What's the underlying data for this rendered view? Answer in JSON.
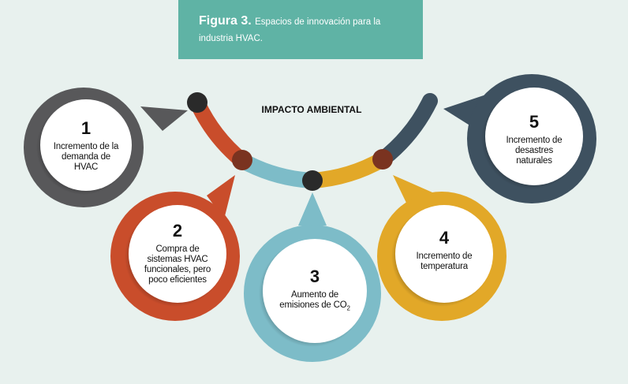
{
  "caption": {
    "figure_label": "Figura 3.",
    "text": "Espacios de innovación para la industria HVAC."
  },
  "center_label": "IMPACTO AMBIENTAL",
  "items": [
    {
      "number": "1",
      "text": "Incremento de la demanda de HVAC",
      "color": "#58585a"
    },
    {
      "number": "2",
      "text": "Compra de sistemas HVAC funcionales, pero poco eficientes",
      "color": "#c94d2b"
    },
    {
      "number": "3",
      "text_main": "Aumento de emisiones de CO",
      "text_sub": "2",
      "color": "#7dbcc8"
    },
    {
      "number": "4",
      "text": "Incremento de temperatura",
      "color": "#e2a828"
    },
    {
      "number": "5",
      "text": "Incremento de desastres naturales",
      "color": "#3e5160"
    }
  ],
  "colors": {
    "background": "#e8f1ee",
    "caption_bg": "#5fb3a5",
    "node_dark": "#2a2a2a",
    "node_brown": "#7a3320"
  }
}
